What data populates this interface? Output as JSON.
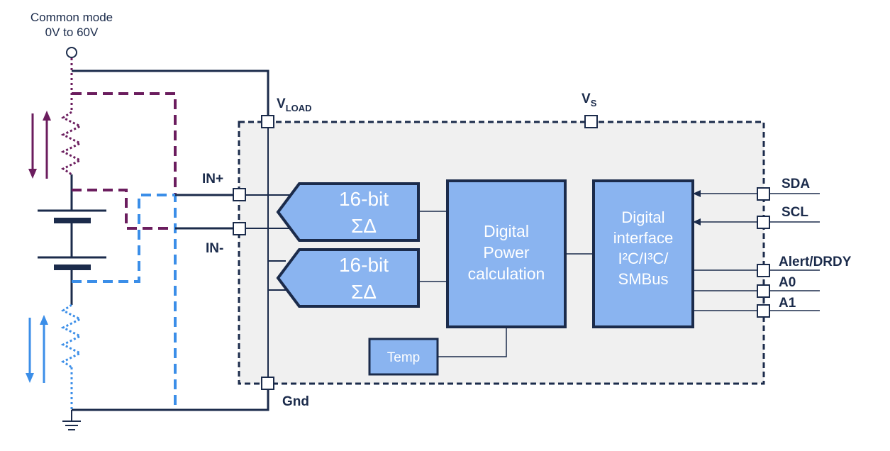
{
  "common_mode": {
    "line1": "Common mode",
    "line2": "0V to 60V"
  },
  "pins": {
    "vload_main": "V",
    "vload_sub": "LOAD",
    "vs_main": "V",
    "vs_sub": "S",
    "in_plus": "IN+",
    "in_minus": "IN-",
    "gnd": "Gnd",
    "sda": "SDA",
    "scl": "SCL",
    "alert": "Alert/DRDY",
    "a0": "A0",
    "a1": "A1"
  },
  "adc1": {
    "line1": "16-bit",
    "line2": "ΣΔ"
  },
  "adc2": {
    "line1": "16-bit",
    "line2": "ΣΔ"
  },
  "power_calc": {
    "line1": "Digital",
    "line2": "Power",
    "line3": "calculation"
  },
  "digital_if": {
    "line1": "Digital",
    "line2": "interface",
    "line3": "I²C/I³C/",
    "line4": "SMBus"
  },
  "temp": {
    "label": "Temp"
  },
  "colors": {
    "navy": "#1b2b4b",
    "block_fill": "#8ab4f0",
    "chip_fill": "#f0f0f0",
    "purple": "#6b1d5e",
    "blue": "#3b8ee8"
  }
}
